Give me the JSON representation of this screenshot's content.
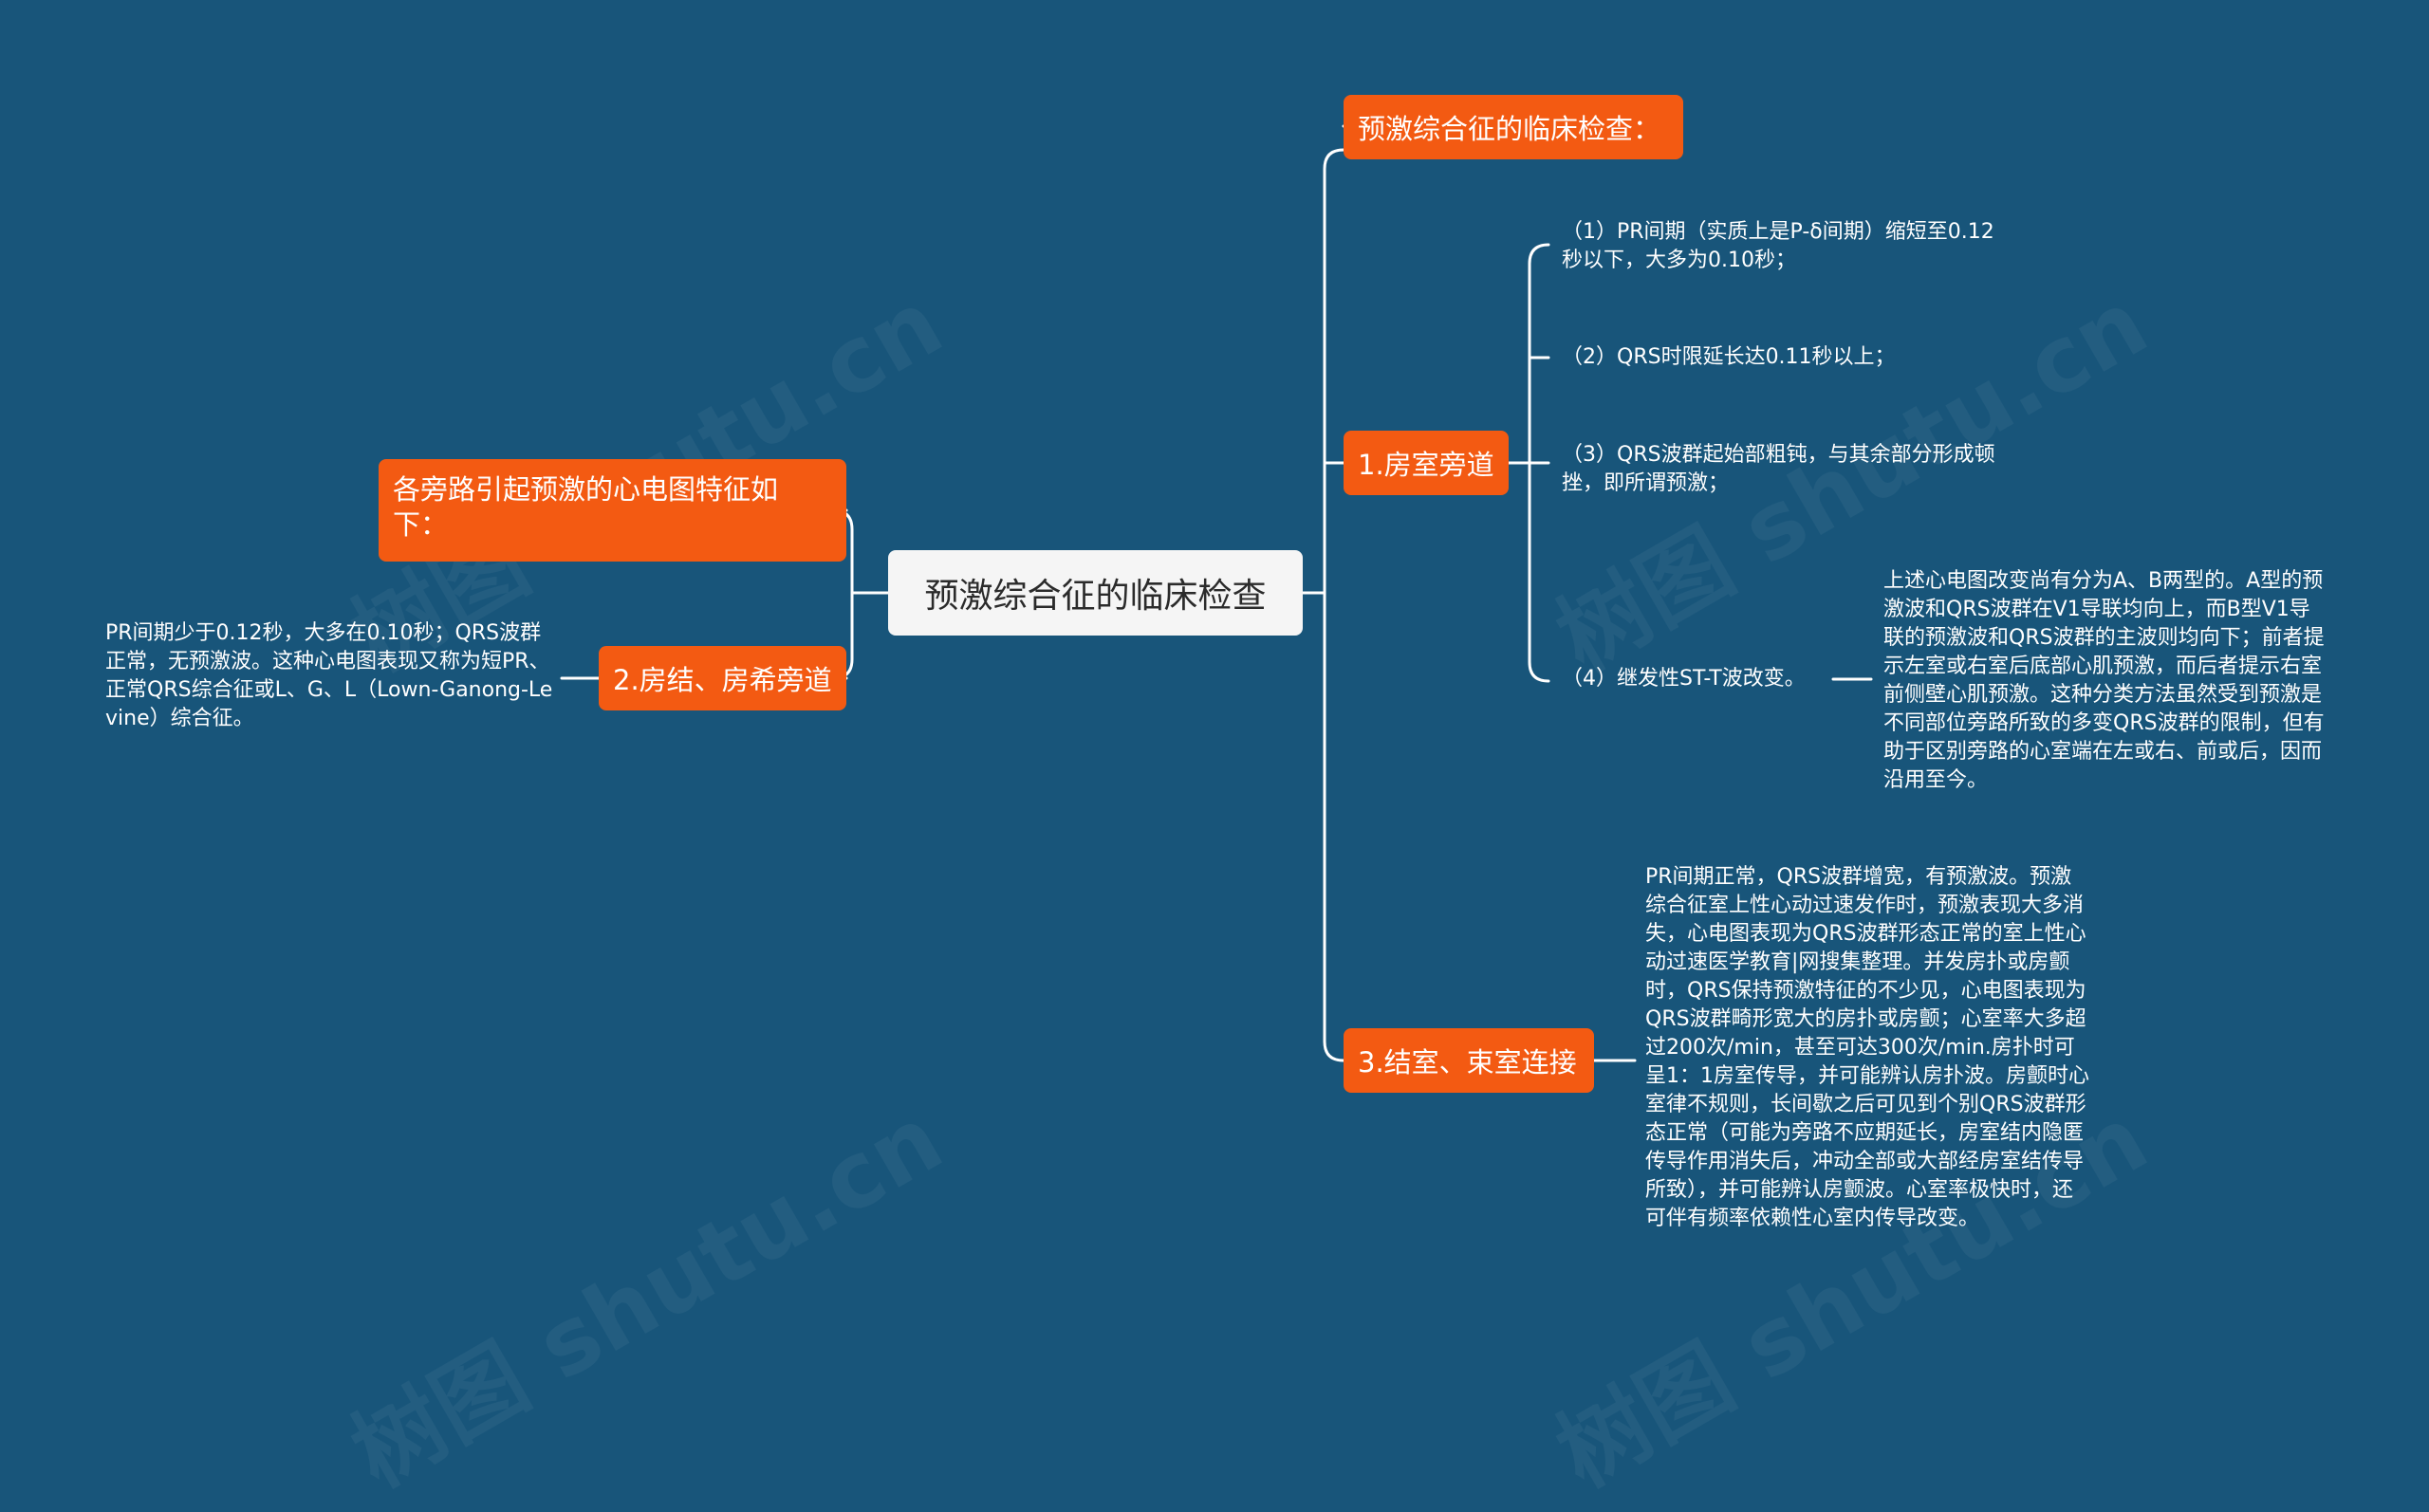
{
  "root": {
    "label": "预激综合征的临床检查"
  },
  "left": {
    "features_title": "各旁路引起预激的心电图特征如下：",
    "node2": {
      "label": "2.房结、房希旁道",
      "detail": "PR间期少于0.12秒，大多在0.10秒；QRS波群正常，无预激波。这种心电图表现又称为短PR、正常QRS综合征或L、G、L（Lown-Ganong-Levine）综合征。"
    }
  },
  "right": {
    "clinical_title": "预激综合征的临床检查：",
    "node1": {
      "label": "1.房室旁道",
      "items": [
        "（1）PR间期（实质上是P-δ间期）缩短至0.12秒以下，大多为0.10秒；",
        "（2）QRS时限延长达0.11秒以上；",
        "（3）QRS波群起始部粗钝，与其余部分形成顿挫，即所谓预激；",
        "（4）继发性ST-T波改变。"
      ],
      "item4_detail": "上述心电图改变尚有分为A、B两型的。A型的预激波和QRS波群在V1导联均向上，而B型V1导联的预激波和QRS波群的主波则均向下；前者提示左室或右室后底部心肌预激，而后者提示右室前侧壁心肌预激。这种分类方法虽然受到预激是不同部位旁路所致的多变QRS波群的限制，但有助于区别旁路的心室端在左或右、前或后，因而沿用至今。"
    },
    "node3": {
      "label": "3.结室、束室连接",
      "detail": "PR间期正常，QRS波群增宽，有预激波。预激综合征室上性心动过速发作时，预激表现大多消失，心电图表现为QRS波群形态正常的室上性心动过速医学教育|网搜集整理。并发房扑或房颤时，QRS保持预激特征的不少见，心电图表现为QRS波群畸形宽大的房扑或房颤；心室率大多超过200次/min，甚至可达300次/min.房扑时可呈1：1房室传导，并可能辨认房扑波。房颤时心室律不规则，长间歇之后可见到个别QRS波群形态正常（可能为旁路不应期延长，房室结内隐匿传导作用消失后，冲动全部或大部经房室结传导所致），并可能辨认房颤波。心室率极快时，还可伴有频率依赖性心室内传导改变。"
    }
  },
  "colors": {
    "background": "#18557a",
    "branch": "#f35a12",
    "root": "#f5f5f5",
    "line": "#ffffff"
  }
}
